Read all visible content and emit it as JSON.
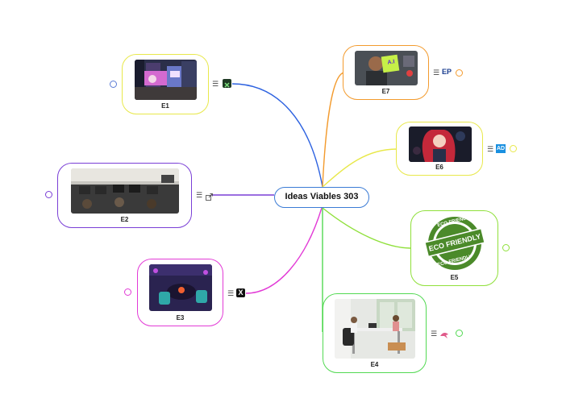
{
  "center": {
    "title": "Ideas Viables 303"
  },
  "nodes": [
    {
      "id": "e1",
      "label": "E1",
      "color": "#e8e84a",
      "image": "city-billboards-photo",
      "icon": "spreadsheet-icon"
    },
    {
      "id": "e2",
      "label": "E2",
      "color": "#7a3fd6",
      "image": "computer-lab-photo",
      "icon": "external-link-icon"
    },
    {
      "id": "e3",
      "label": "E3",
      "color": "#e23ad6",
      "image": "gaming-room-photo",
      "icon": "x-logo-icon"
    },
    {
      "id": "e4",
      "label": "E4",
      "color": "#52d952",
      "image": "office-desk-photo",
      "icon": "bird-logo-icon"
    },
    {
      "id": "e5",
      "label": "E5",
      "color": "#8fe03a",
      "image": "eco-friendly-stamp",
      "icon": "none"
    },
    {
      "id": "e6",
      "label": "E6",
      "color": "#e8e84a",
      "image": "anime-character-illustration",
      "icon": "ad-logo-icon"
    },
    {
      "id": "e7",
      "label": "E7",
      "color": "#f39b2e",
      "image": "man-holding-ai-note-photo",
      "icon": "ep-logo-icon"
    }
  ],
  "stamp": {
    "top": "ECO FRIENDLY",
    "middle": "ECO FRIENDLY",
    "bottom": "ECO FRIENDLY"
  },
  "logos": {
    "e7": "EP",
    "e6": "AD",
    "e3": "X"
  },
  "e7_note": "A.I"
}
